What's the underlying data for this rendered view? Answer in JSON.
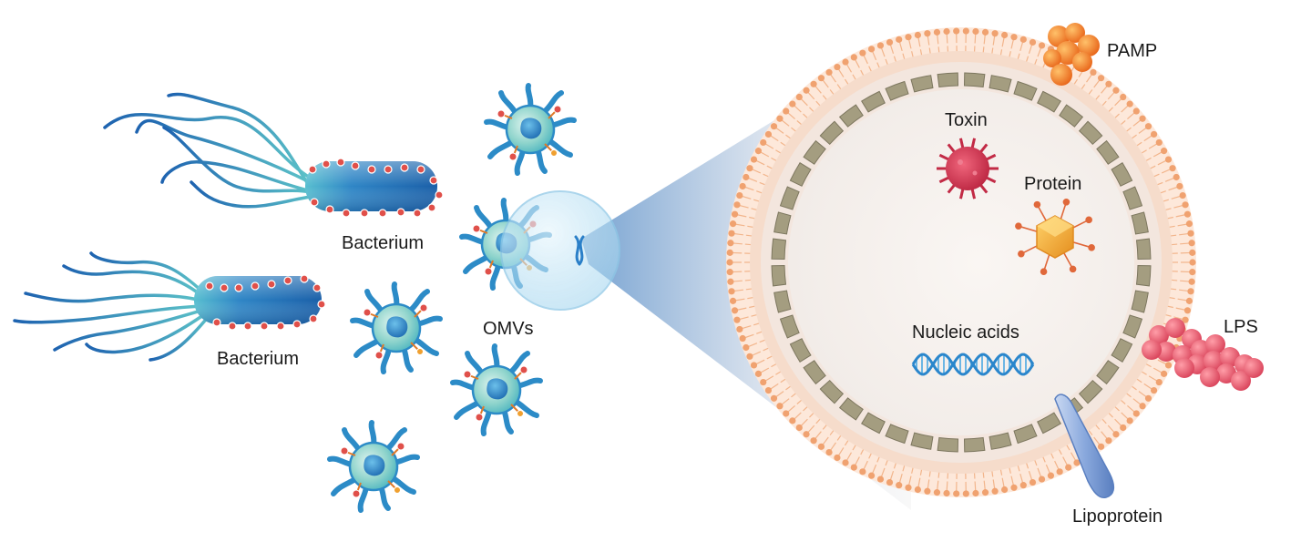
{
  "labels": {
    "bacterium_top": "Bacterium",
    "bacterium_bottom": "Bacterium",
    "omvs": "OMVs",
    "pamp": "PAMP",
    "toxin": "Toxin",
    "protein": "Protein",
    "nucleic_acids": "Nucleic acids",
    "lps": "LPS",
    "lipoprotein": "Lipoprotein"
  },
  "colors": {
    "bacterium_body": "#1f6fb5",
    "bacterium_tip": "#4fb3c8",
    "flagella": "#2a7fc0",
    "surface_dot": "#e0504a",
    "omv_cell": "#5bc4c8",
    "omv_nucleus": "#2a86c6",
    "membrane_orange": "#f0a878",
    "inner_wall": "#a9a287",
    "vesicle_interior": "#f6f1ee",
    "pamp": "#f07a1c",
    "toxin": "#d9344f",
    "protein": "#f2a531",
    "lps": "#e8606e",
    "dna": "#3a8fd0",
    "lipoprotein": "#7f9ed6"
  }
}
